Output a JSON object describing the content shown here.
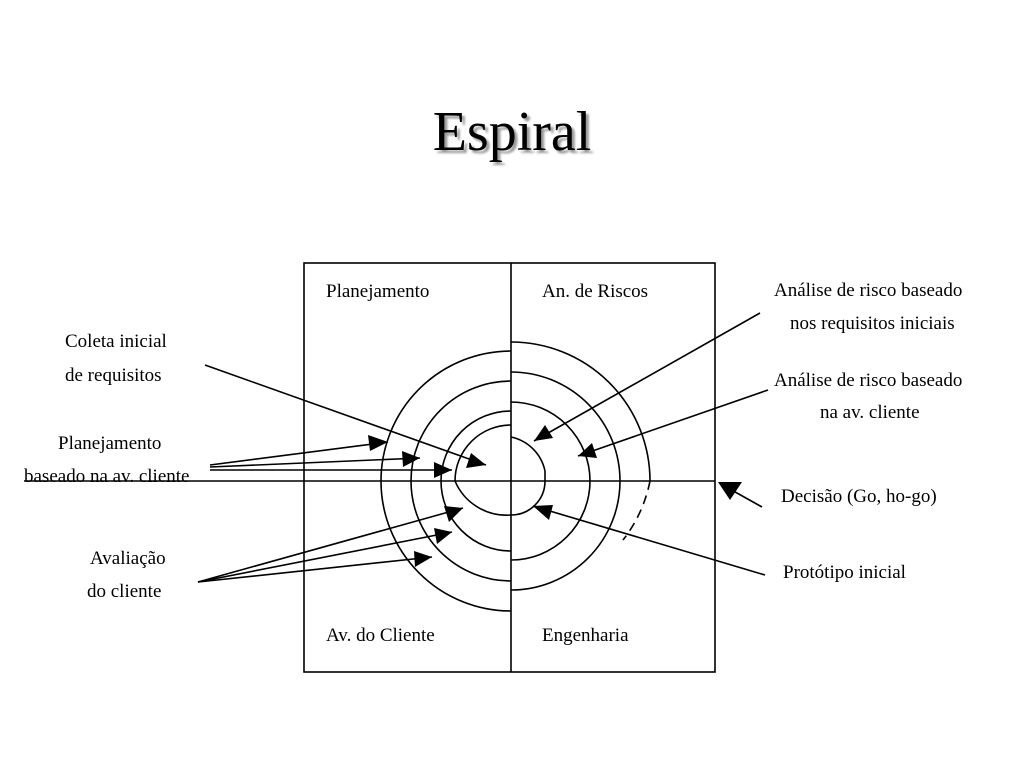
{
  "slide": {
    "title": "Espiral"
  },
  "quadrants": {
    "top_left": "Planejamento",
    "top_right": "An. de Riscos",
    "bottom_left": "Av. do Cliente",
    "bottom_right": "Engenharia"
  },
  "left_labels": {
    "coleta": [
      "Coleta inicial",
      "de requisitos"
    ],
    "planejamento": [
      "Planejamento",
      "baseado na av. cliente"
    ],
    "avaliacao": [
      "Avaliação",
      "do cliente"
    ]
  },
  "right_labels": {
    "risco_inicial": [
      "Análise de risco baseado",
      "nos requisitos iniciais"
    ],
    "risco_cliente": [
      "Análise de risco baseado",
      "na av. cliente"
    ],
    "decisao": "Decisão (Go, ho-go)",
    "prototipo": "Protótipo inicial"
  }
}
